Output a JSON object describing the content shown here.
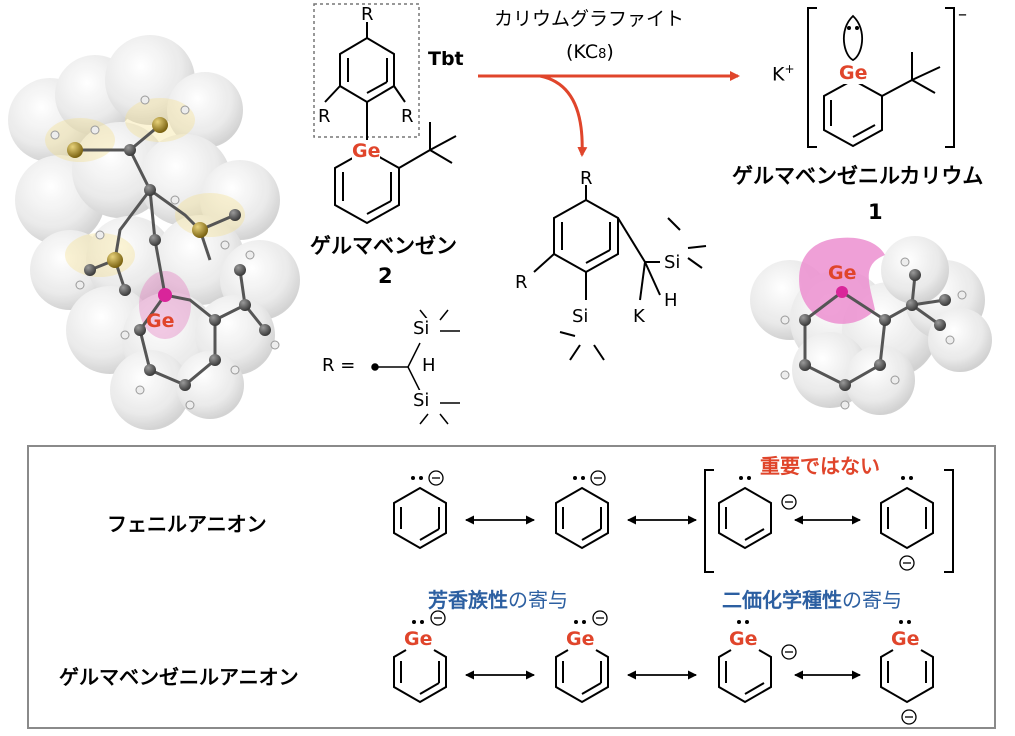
{
  "top": {
    "reagent_jp": "カリウムグラファイト",
    "reagent_formula_prefix": "(KC",
    "reagent_formula_sub": "8",
    "reagent_formula_suffix": ")",
    "tbt_label": "Tbt",
    "ge": "Ge",
    "r": "R",
    "h": "H",
    "k": "K",
    "si": "Si",
    "left_name": "ゲルマベンゼン",
    "left_number": "2",
    "right_name": "ゲルマベンゼニルカリウム",
    "right_number": "1",
    "k_plus_base": "K",
    "k_plus_sup": "+",
    "minus": "–",
    "r_equals": "R ="
  },
  "bottom": {
    "phenyl_anion": "フェニルアニオン",
    "germabenzenyl_anion": "ゲルマベンゼニルアニオン",
    "not_important": "重要ではない",
    "aromatic_bold": "芳香族性",
    "aromatic_rest": "の寄与",
    "divalent_bold": "二価化学種性",
    "divalent_rest": "の寄与",
    "ge": "Ge"
  },
  "colors": {
    "accent_red": "#e0452b",
    "label_blue": "#2c5fa1",
    "ge_pink": "#d9259a",
    "frame_grey": "#8a8a8a"
  }
}
